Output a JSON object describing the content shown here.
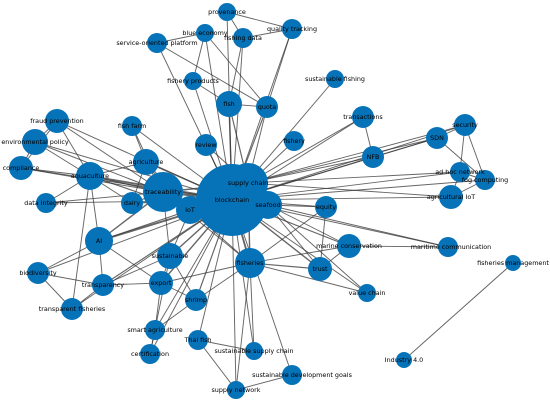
{
  "colors": {
    "node": "#0672b8",
    "edge": "#333333",
    "label": "#000000",
    "background": "#ffffff"
  },
  "nodes": [
    {
      "id": "blockchain",
      "label": "blockchain",
      "size": 36
    },
    {
      "id": "supply chain",
      "label": "supply chain",
      "size": 20
    },
    {
      "id": "traceability",
      "label": "traceability",
      "size": 20
    },
    {
      "id": "IoT",
      "label": "IoT",
      "size": 14
    },
    {
      "id": "seafood",
      "label": "seafood",
      "size": 14
    },
    {
      "id": "fisheries",
      "label": "fisheries",
      "size": 15
    },
    {
      "id": "AI",
      "label": "AI",
      "size": 14
    },
    {
      "id": "aquaculture",
      "label": "aquaculture",
      "size": 14
    },
    {
      "id": "agriculture",
      "label": "agriculture",
      "size": 13
    },
    {
      "id": "fish",
      "label": "fish",
      "size": 13
    },
    {
      "id": "sustainable",
      "label": "sustainable",
      "size": 13
    },
    {
      "id": "environmental policy",
      "label": "environmental policy",
      "size": 13
    },
    {
      "id": "fraud prevention",
      "label": "fraud prevention",
      "size": 12
    },
    {
      "id": "compliance",
      "label": "compliance",
      "size": 12
    },
    {
      "id": "export",
      "label": "export",
      "size": 12
    },
    {
      "id": "trust",
      "label": "trust",
      "size": 12
    },
    {
      "id": "marine conservation",
      "label": "marine conservation",
      "size": 12
    },
    {
      "id": "agricultural IoT",
      "label": "agricultural IoT",
      "size": 12
    },
    {
      "id": "transparent fisheries",
      "label": "transparent fisheries",
      "size": 11
    },
    {
      "id": "dairy",
      "label": "dairy",
      "size": 11
    },
    {
      "id": "security",
      "label": "security",
      "size": 11
    },
    {
      "id": "quota",
      "label": "quota",
      "size": 11
    },
    {
      "id": "transparency",
      "label": "transparency",
      "size": 11
    },
    {
      "id": "review",
      "label": "review",
      "size": 11
    },
    {
      "id": "biodiversity",
      "label": "biodiversity",
      "size": 11
    },
    {
      "id": "shrimp",
      "label": "shrimp",
      "size": 11
    },
    {
      "id": "equity",
      "label": "equity",
      "size": 11
    },
    {
      "id": "SDN",
      "label": "SDN",
      "size": 11
    },
    {
      "id": "transactions",
      "label": "transactions",
      "size": 11
    },
    {
      "id": "NFB",
      "label": "NFB",
      "size": 11
    },
    {
      "id": "service-oriented platform",
      "label": "service-oriented platform",
      "size": 10
    },
    {
      "id": "fishing data",
      "label": "fishing data",
      "size": 10
    },
    {
      "id": "sustainable development goals",
      "label": "sustainable development goals",
      "size": 10
    },
    {
      "id": "ad hoc network",
      "label": "ad hoc network",
      "size": 10
    },
    {
      "id": "fog computing",
      "label": "fog computing",
      "size": 10
    },
    {
      "id": "data integrity",
      "label": "data integrity",
      "size": 10
    },
    {
      "id": "fish farm",
      "label": "fish farm",
      "size": 10
    },
    {
      "id": "quality tracking",
      "label": "quality tracking",
      "size": 10
    },
    {
      "id": "fishery",
      "label": "fishery",
      "size": 10
    },
    {
      "id": "certification",
      "label": "certification",
      "size": 10
    },
    {
      "id": "Thai fish",
      "label": "Thai fish",
      "size": 10
    },
    {
      "id": "smart agriculture",
      "label": "smart agriculture",
      "size": 10
    },
    {
      "id": "maritime communication",
      "label": "maritime communication",
      "size": 10
    },
    {
      "id": "blue economy",
      "label": "blue economy",
      "size": 9
    },
    {
      "id": "fishery products",
      "label": "fishery products",
      "size": 9
    },
    {
      "id": "sustainable fishing",
      "label": "sustainable fishing",
      "size": 9
    },
    {
      "id": "provenance",
      "label": "provenance",
      "size": 9
    },
    {
      "id": "value chain",
      "label": "value chain",
      "size": 9
    },
    {
      "id": "sustainable supply chain",
      "label": "sustainable supply chain",
      "size": 9
    },
    {
      "id": "supply network",
      "label": "supply network",
      "size": 9
    },
    {
      "id": "fisheries management",
      "label": "fisheries management",
      "size": 8
    },
    {
      "id": "Industry 4.0",
      "label": "Industry 4.0",
      "size": 8
    }
  ],
  "edges": [
    [
      "blockchain",
      "supply chain",
      4
    ],
    [
      "blockchain",
      "traceability",
      4
    ],
    [
      "blockchain",
      "IoT",
      3
    ],
    [
      "blockchain",
      "seafood",
      3
    ],
    [
      "blockchain",
      "fisheries",
      3
    ],
    [
      "blockchain",
      "AI",
      3
    ],
    [
      "blockchain",
      "aquaculture",
      3
    ],
    [
      "blockchain",
      "agriculture",
      2
    ],
    [
      "blockchain",
      "fish",
      2
    ],
    [
      "blockchain",
      "sustainable",
      2
    ],
    [
      "blockchain",
      "environmental policy",
      1
    ],
    [
      "blockchain",
      "fraud prevention",
      1
    ],
    [
      "blockchain",
      "compliance",
      1
    ],
    [
      "blockchain",
      "export",
      2
    ],
    [
      "blockchain",
      "trust",
      2
    ],
    [
      "blockchain",
      "marine conservation",
      1.5
    ],
    [
      "blockchain",
      "agricultural IoT",
      1
    ],
    [
      "blockchain",
      "transparent fisheries",
      1
    ],
    [
      "blockchain",
      "dairy",
      1.5
    ],
    [
      "blockchain",
      "security",
      1
    ],
    [
      "blockchain",
      "quota",
      1.5
    ],
    [
      "blockchain",
      "transparency",
      1.5
    ],
    [
      "blockchain",
      "review",
      1.5
    ],
    [
      "blockchain",
      "biodiversity",
      1
    ],
    [
      "blockchain",
      "shrimp",
      1.5
    ],
    [
      "blockchain",
      "equity",
      1
    ],
    [
      "blockchain",
      "SDN",
      1
    ],
    [
      "blockchain",
      "transactions",
      1
    ],
    [
      "blockchain",
      "NFB",
      1
    ],
    [
      "blockchain",
      "fishing data",
      1
    ],
    [
      "blockchain",
      "sustainable development goals",
      1
    ],
    [
      "blockchain",
      "ad hoc network",
      1
    ],
    [
      "blockchain",
      "fog computing",
      1
    ],
    [
      "blockchain",
      "data integrity",
      1
    ],
    [
      "blockchain",
      "fish farm",
      1
    ],
    [
      "blockchain",
      "quality tracking",
      1
    ],
    [
      "blockchain",
      "fishery",
      1
    ],
    [
      "blockchain",
      "certification",
      1
    ],
    [
      "blockchain",
      "Thai fish",
      1
    ],
    [
      "blockchain",
      "smart agriculture",
      1
    ],
    [
      "blockchain",
      "maritime communication",
      1
    ],
    [
      "blockchain",
      "blue economy",
      1
    ],
    [
      "blockchain",
      "fishery products",
      1
    ],
    [
      "blockchain",
      "sustainable fishing",
      1
    ],
    [
      "blockchain",
      "provenance",
      1
    ],
    [
      "blockchain",
      "value chain",
      1
    ],
    [
      "blockchain",
      "sustainable supply chain",
      1
    ],
    [
      "blockchain",
      "supply network",
      1
    ],
    [
      "blockchain",
      "service-oriented platform",
      1
    ],
    [
      "supply chain",
      "traceability",
      2
    ],
    [
      "supply chain",
      "fisheries",
      2
    ],
    [
      "supply chain",
      "seafood",
      2
    ],
    [
      "supply chain",
      "fish",
      1.5
    ],
    [
      "supply chain",
      "security",
      1
    ],
    [
      "supply chain",
      "SDN",
      1
    ],
    [
      "supply chain",
      "NFB",
      1
    ],
    [
      "supply chain",
      "agricultural IoT",
      1
    ],
    [
      "supply chain",
      "ad hoc network",
      1
    ],
    [
      "supply chain",
      "transactions",
      1
    ],
    [
      "supply chain",
      "quota",
      1
    ],
    [
      "supply chain",
      "review",
      1
    ],
    [
      "traceability",
      "aquaculture",
      2
    ],
    [
      "traceability",
      "IoT",
      2
    ],
    [
      "traceability",
      "AI",
      2
    ],
    [
      "traceability",
      "agriculture",
      1.5
    ],
    [
      "traceability",
      "fraud prevention",
      1
    ],
    [
      "traceability",
      "environmental policy",
      1
    ],
    [
      "traceability",
      "compliance",
      1
    ],
    [
      "traceability",
      "data integrity",
      1
    ],
    [
      "traceability",
      "fish farm",
      1
    ],
    [
      "traceability",
      "dairy",
      1
    ],
    [
      "traceability",
      "sustainable",
      1
    ],
    [
      "traceability",
      "fisheries",
      1
    ],
    [
      "IoT",
      "aquaculture",
      1.5
    ],
    [
      "IoT",
      "AI",
      1.5
    ],
    [
      "IoT",
      "fisheries",
      1
    ],
    [
      "IoT",
      "sustainable",
      1
    ],
    [
      "IoT",
      "agriculture",
      1
    ],
    [
      "AI",
      "aquaculture",
      1
    ],
    [
      "AI",
      "biodiversity",
      1
    ],
    [
      "AI",
      "transparency",
      1
    ],
    [
      "AI",
      "export",
      1
    ],
    [
      "aquaculture",
      "environmental policy",
      1
    ],
    [
      "aquaculture",
      "compliance",
      1
    ],
    [
      "aquaculture",
      "fraud prevention",
      1
    ],
    [
      "aquaculture",
      "data integrity",
      1
    ],
    [
      "aquaculture",
      "transparent fisheries",
      1
    ],
    [
      "aquaculture",
      "agriculture",
      1
    ],
    [
      "fisheries",
      "trust",
      1.5
    ],
    [
      "fisheries",
      "export",
      1
    ],
    [
      "fisheries",
      "shrimp",
      1
    ],
    [
      "fisheries",
      "supply network",
      1
    ],
    [
      "fisheries",
      "sustainable supply chain",
      1
    ],
    [
      "fisheries",
      "value chain",
      1
    ],
    [
      "fisheries",
      "marine conservation",
      1
    ],
    [
      "fisheries",
      "equity",
      1
    ],
    [
      "seafood",
      "equity",
      1
    ],
    [
      "seafood",
      "trust",
      1
    ],
    [
      "seafood",
      "marine conservation",
      1
    ],
    [
      "seafood",
      "value chain",
      1
    ],
    [
      "seafood",
      "maritime communication",
      1
    ],
    [
      "fish",
      "quota",
      1
    ],
    [
      "fish",
      "fishing data",
      1
    ],
    [
      "fish",
      "fishery products",
      1
    ],
    [
      "quota",
      "quality tracking",
      1
    ],
    [
      "quota",
      "blue economy",
      1
    ],
    [
      "quota",
      "service-oriented platform",
      1
    ],
    [
      "fishing data",
      "provenance",
      1
    ],
    [
      "fishing data",
      "quality tracking",
      1
    ],
    [
      "provenance",
      "quality tracking",
      1
    ],
    [
      "blue economy",
      "service-oriented platform",
      1
    ],
    [
      "blue economy",
      "fishery products",
      1
    ],
    [
      "environmental policy",
      "fraud prevention",
      1
    ],
    [
      "environmental policy",
      "compliance",
      1
    ],
    [
      "compliance",
      "fraud prevention",
      1
    ],
    [
      "SDN",
      "security",
      1
    ],
    [
      "SDN",
      "NFB",
      1
    ],
    [
      "SDN",
      "fog computing",
      1
    ],
    [
      "security",
      "fog computing",
      1
    ],
    [
      "security",
      "ad hoc network",
      1
    ],
    [
      "ad hoc network",
      "fog computing",
      1
    ],
    [
      "ad hoc network",
      "agricultural IoT",
      1
    ],
    [
      "agricultural IoT",
      "fog computing",
      1
    ],
    [
      "NFB",
      "transactions",
      1
    ],
    [
      "sustainable",
      "shrimp",
      1
    ],
    [
      "sustainable",
      "transparency",
      1
    ],
    [
      "sustainable",
      "export",
      1
    ],
    [
      "export",
      "transparency",
      1
    ],
    [
      "export",
      "shrimp",
      1
    ],
    [
      "export",
      "smart agriculture",
      1
    ],
    [
      "transparency",
      "transparent fisheries",
      1
    ],
    [
      "transparency",
      "biodiversity",
      1
    ],
    [
      "transparent fisheries",
      "biodiversity",
      1
    ],
    [
      "smart agriculture",
      "certification",
      1
    ],
    [
      "smart agriculture",
      "shrimp",
      1
    ],
    [
      "certification",
      "sustainable",
      1
    ],
    [
      "Thai fish",
      "supply network",
      1
    ],
    [
      "Thai fish",
      "sustainable supply chain",
      1
    ],
    [
      "supply network",
      "sustainable development goals",
      1
    ],
    [
      "trust",
      "equity",
      1
    ],
    [
      "trust",
      "marine conservation",
      1
    ],
    [
      "marine conservation",
      "maritime communication",
      1
    ],
    [
      "agriculture",
      "dairy",
      1
    ],
    [
      "agriculture",
      "fish farm",
      1
    ],
    [
      "dairy",
      "aquaculture",
      1
    ],
    [
      "fisheries management",
      "Industry 4.0",
      1
    ]
  ]
}
